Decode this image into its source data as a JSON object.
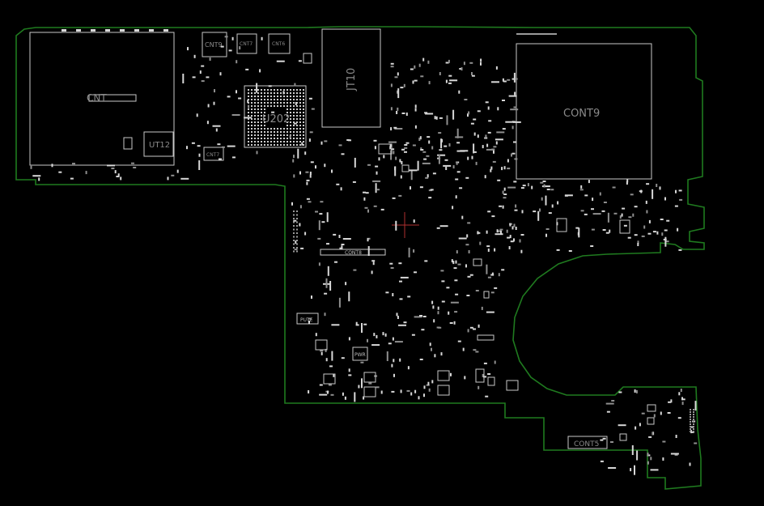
{
  "colors": {
    "background": "#000000",
    "board_outline": "#1f7a1f",
    "silkscreen": "#c8c8c8",
    "label": "#8a8a8a",
    "cursor": "#b03030"
  },
  "labels": {
    "cnt_main": "CNT",
    "cont9_small": "CNT9",
    "cont7_top": "CNT7",
    "cont6": "CNT6",
    "ut12": "UT12",
    "cont7_small": "CNT7",
    "u202": "U202",
    "jt10": "JT10",
    "cont9_big": "CONT9",
    "cont8": "CONT8",
    "pute": "PUTE",
    "pwr": "PWR",
    "cont5": "CONT5"
  }
}
